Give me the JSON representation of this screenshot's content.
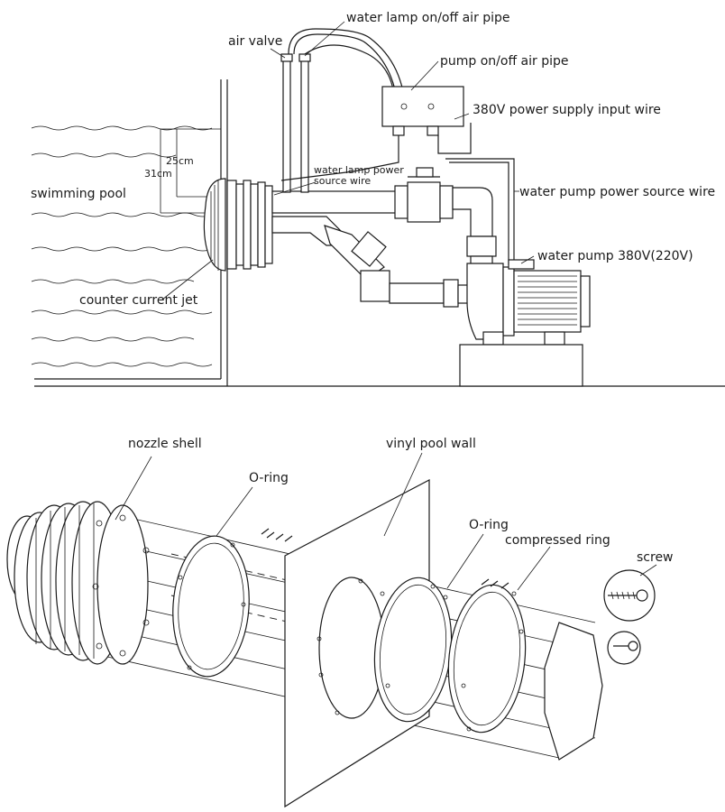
{
  "top_diagram": {
    "labels": {
      "water_lamp_air_pipe": "water lamp on/off air pipe",
      "air_valve": "air valve",
      "pump_air_pipe": "pump on/off air pipe",
      "power_input": "380V power supply input wire",
      "depth_25": "25cm",
      "depth_31": "31cm",
      "lamp_power_1": "water lamp power",
      "lamp_power_2": "source wire",
      "swimming_pool": "swimming pool",
      "pump_power_wire": "water pump power source wire",
      "water_pump": "water pump 380V(220V)",
      "counter_current_jet": "counter current jet"
    }
  },
  "bottom_diagram": {
    "labels": {
      "nozzle_shell": "nozzle shell",
      "vinyl_pool_wall": "vinyl pool wall",
      "o_ring_left": "O-ring",
      "o_ring_right": "O-ring",
      "compressed_ring": "compressed ring",
      "screw": "screw"
    }
  },
  "colors": {
    "line": "#1a1a1a",
    "background": "#ffffff"
  }
}
